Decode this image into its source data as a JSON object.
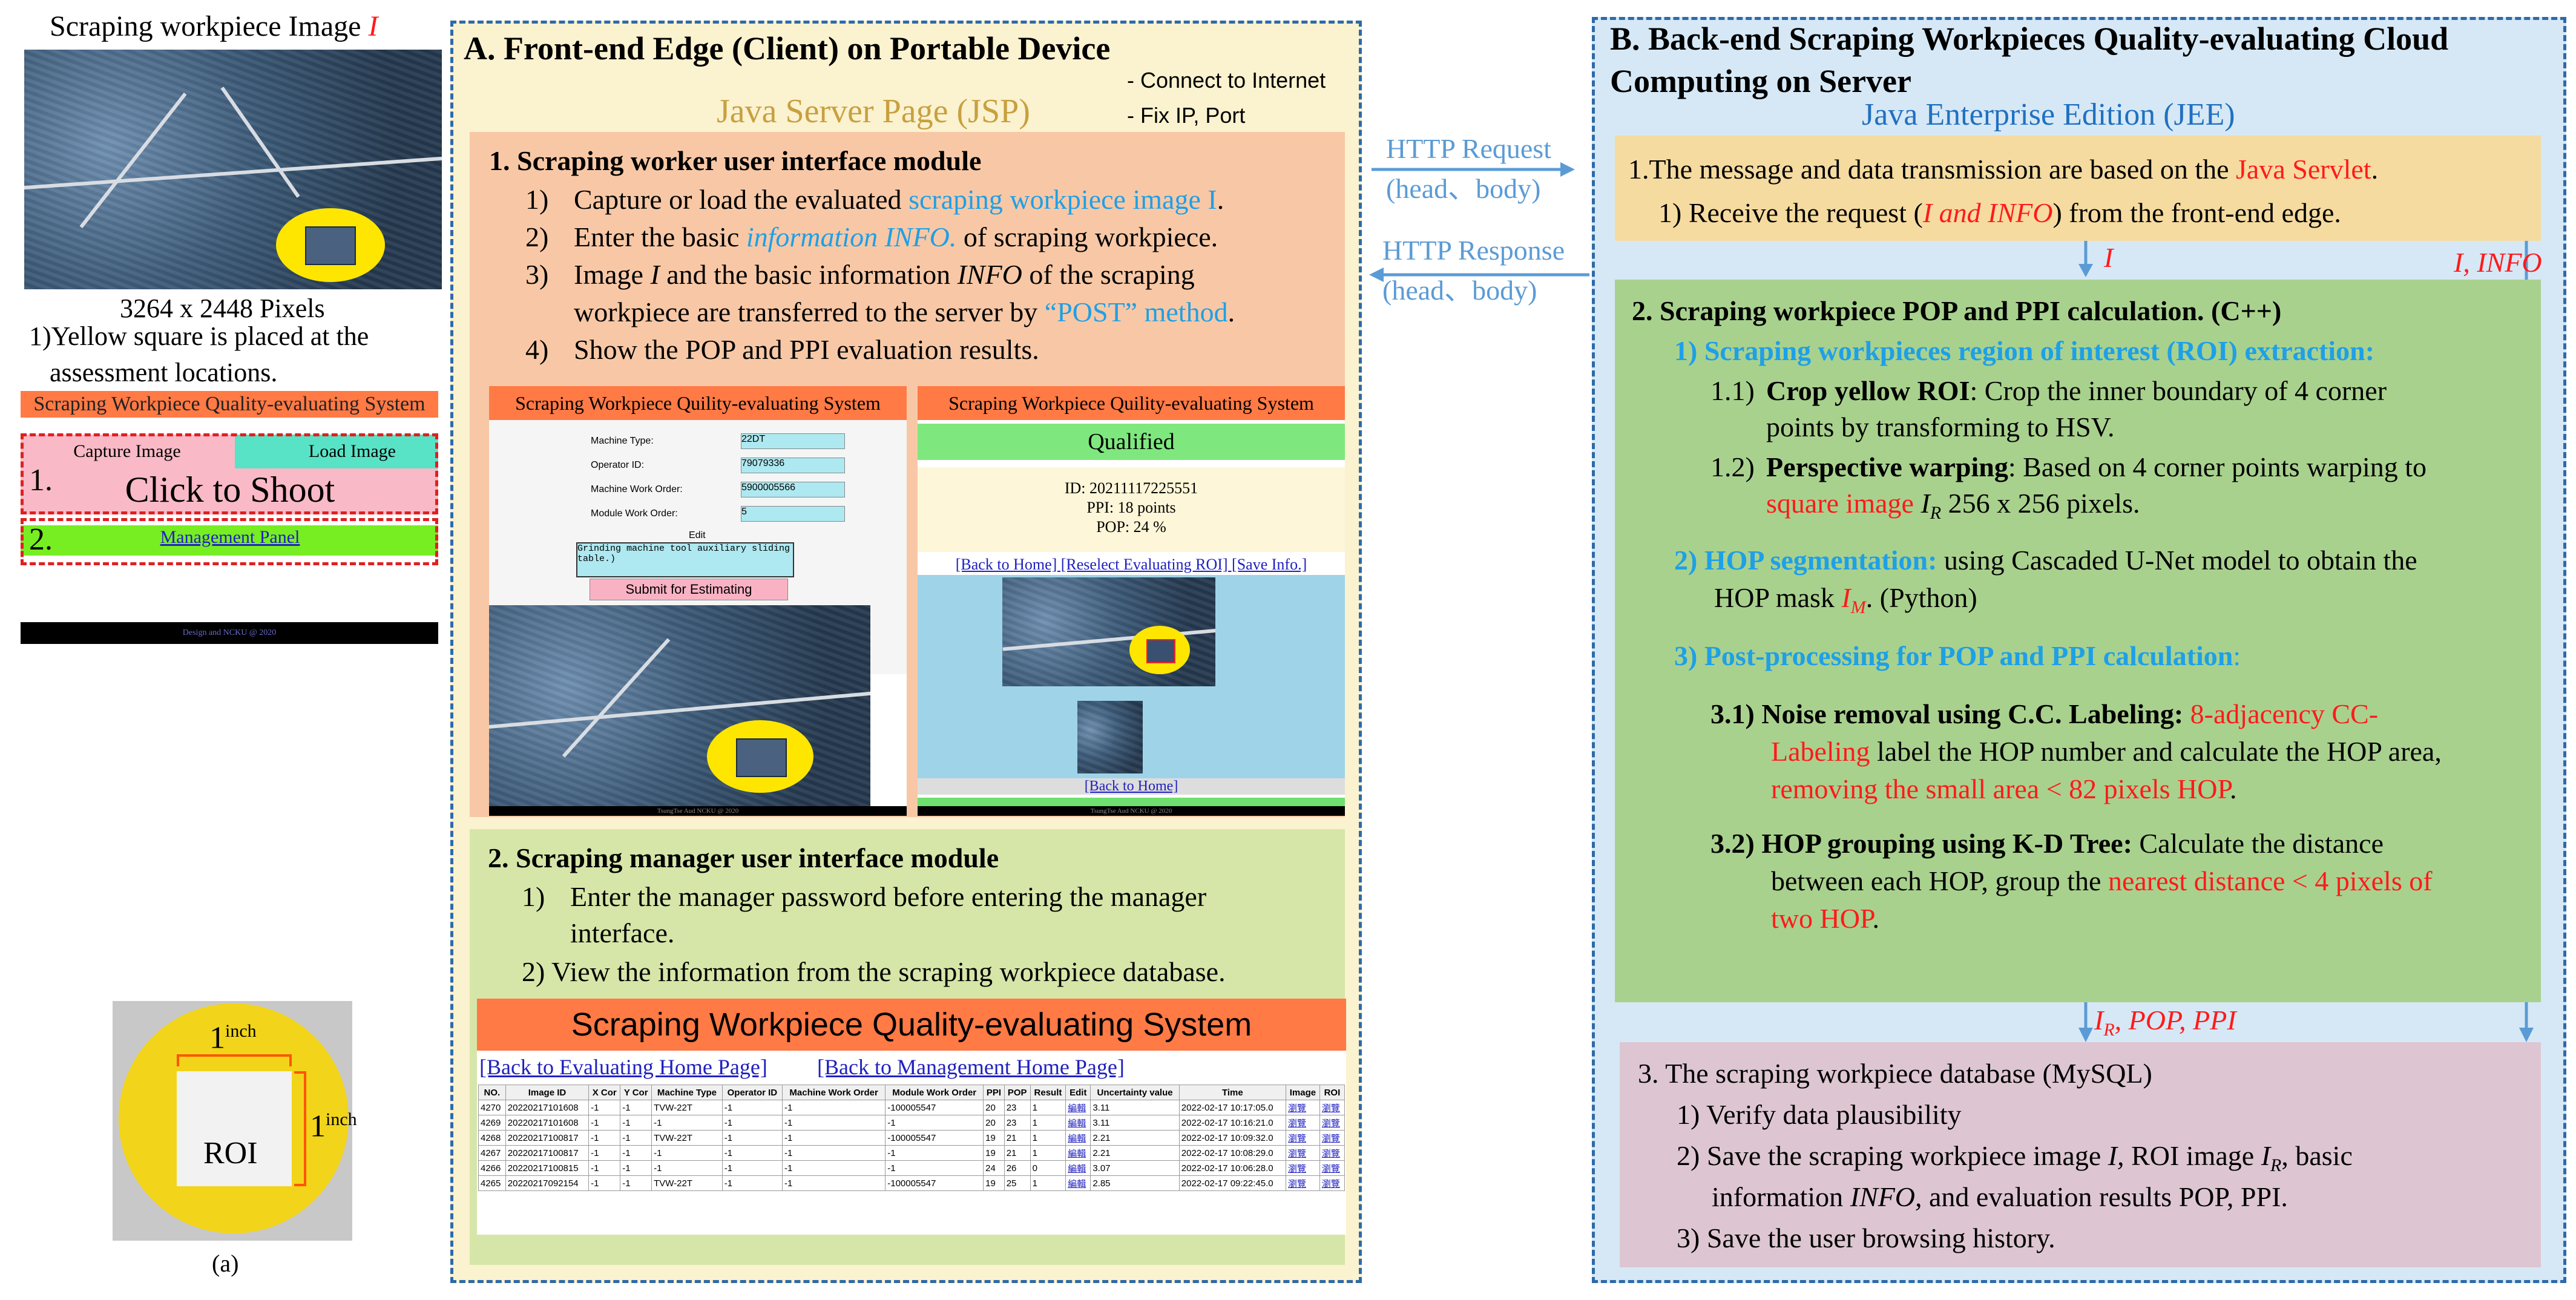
{
  "left": {
    "image_title": "Scraping workpiece Image",
    "image_var": "I",
    "pixels": "3264 x 2448 Pixels",
    "note_line1": "1)Yellow square is placed at the",
    "note_line2": "assessment locations.",
    "mock_title": "Scraping Workpiece Quality-evaluating System",
    "capture_label": "Capture Image",
    "load_label": "Load Image",
    "num1": "1.",
    "shoot_label": "Click to Shoot",
    "num2": "2.",
    "mgmt_label": "Management Panel",
    "footer_text": "Design and NCKU @ 2020",
    "roi_inch_top": "1",
    "roi_inch_top_sup": "inch",
    "roi_inch_right": "1",
    "roi_inch_right_sup": "inch",
    "roi_label": "ROI",
    "caption": "(a)"
  },
  "panelA": {
    "title": "A.  Front-end Edge (Client) on Portable Device",
    "note1": "- Connect to Internet",
    "note2": "- Fix IP, Port",
    "jsp": "Java Server Page (JSP)",
    "module1": {
      "title": "1. Scraping  worker user interface module",
      "i1_num": "1)",
      "i1_a": "Capture or load the evaluated ",
      "i1_b": "scraping workpiece image I",
      "i1_c": ".",
      "i2_num": "2)",
      "i2_a": "Enter the basic ",
      "i2_b": "information  INFO.",
      "i2_c": " of scraping workpiece.",
      "i3_num": "3)",
      "i3_a": "Image ",
      "i3_b": "I",
      "i3_c": " and the basic information ",
      "i3_d": "INFO",
      "i3_e": " of the scraping",
      "i3_line2a": "workpiece are transferred to the server by ",
      "i3_line2b": "“POST” method",
      "i3_line2c": ".",
      "i4_num": "4)",
      "i4": "Show the POP and PPI evaluation results."
    },
    "screen1": {
      "title": "Scraping Workpiece Quility-evaluating System",
      "f1_label": "Machine Type:",
      "f1_value": "22DT",
      "f2_label": "Operator ID:",
      "f2_value": "79079336",
      "f3_label": "Machine Work Order:",
      "f3_value": "5900005566",
      "f4_label": "Module Work Order:",
      "f4_value": "5",
      "edit_label": "Edit",
      "textarea": "Grinding machine tool auxiliary sliding table.)",
      "submit": "Submit for Estimating",
      "footer": "TsungTse Aud NCKU @ 2020"
    },
    "screen2": {
      "title": "Scraping Workpiece Quility-evaluating System",
      "status": "Qualified",
      "id": "ID: 20211117225551",
      "ppi": "PPI: 18 points",
      "pop": "POP: 24 %",
      "links": "[Back to Home] [Reselect Evaluating ROI] [Save Info.]",
      "back": "[Back to Home]",
      "footer": "TsungTse Aud NCKU @ 2020"
    },
    "module2": {
      "title": "2. Scraping  manager user interface module",
      "i1_num": "1)",
      "i1_line1": "Enter the manager password before entering the manager",
      "i1_line2": "interface.",
      "i2": "2) View the information  from the scraping workpiece database."
    },
    "db": {
      "title": "Scraping Workpiece Quality-evaluating System",
      "link1": "[Back to Evaluating Home Page]",
      "link2": "[Back to Management Home Page]",
      "headers": [
        "NO.",
        "Image ID",
        "X Cor",
        "Y Cor",
        "Machine Type",
        "Operator ID",
        "Machine Work Order",
        "Module Work Order",
        "PPI",
        "POP",
        "Result",
        "Edit",
        "Uncertainty value",
        "Time",
        "Image",
        "ROI"
      ],
      "rows": [
        [
          "4270",
          "20220217101608",
          "-1",
          "-1",
          "TVW-22T",
          "-1",
          "-1",
          "-100005547",
          "20",
          "23",
          "1",
          "編輯",
          "3.11",
          "2022-02-17 10:17:05.0",
          "瀏覽",
          "瀏覽"
        ],
        [
          "4269",
          "20220217101608",
          "-1",
          "-1",
          "-1",
          "-1",
          "-1",
          "-1",
          "20",
          "23",
          "1",
          "編輯",
          "3.11",
          "2022-02-17 10:16:21.0",
          "瀏覽",
          "瀏覽"
        ],
        [
          "4268",
          "20220217100817",
          "-1",
          "-1",
          "TVW-22T",
          "-1",
          "-1",
          "-100005547",
          "19",
          "21",
          "1",
          "編輯",
          "2.21",
          "2022-02-17 10:09:32.0",
          "瀏覽",
          "瀏覽"
        ],
        [
          "4267",
          "20220217100817",
          "-1",
          "-1",
          "-1",
          "-1",
          "-1",
          "-1",
          "19",
          "21",
          "1",
          "編輯",
          "2.21",
          "2022-02-17 10:08:29.0",
          "瀏覽",
          "瀏覽"
        ],
        [
          "4266",
          "20220217100815",
          "-1",
          "-1",
          "-1",
          "-1",
          "-1",
          "-1",
          "24",
          "26",
          "0",
          "編輯",
          "3.07",
          "2022-02-17 10:06:28.0",
          "瀏覽",
          "瀏覽"
        ],
        [
          "4265",
          "20220217092154",
          "-1",
          "-1",
          "TVW-22T",
          "-1",
          "-1",
          "-100005547",
          "19",
          "25",
          "1",
          "編輯",
          "2.85",
          "2022-02-17 09:22:45.0",
          "瀏覽",
          "瀏覽"
        ]
      ]
    }
  },
  "http": {
    "request": "HTTP Request",
    "request_sub": "(head、body)",
    "response": "HTTP Response",
    "response_sub": "(head、body)"
  },
  "panelB": {
    "title_line1": "B. Back-end Scraping  Workpieces Quality-evaluating  Cloud",
    "title_line2": "Computing  on Server",
    "jee": "Java Enterprise Edition (JEE)",
    "s1": {
      "line1a": "1.The message and data transmission  are based on the ",
      "line1b": "Java Servlet",
      "line1c": ".",
      "line2a": "1) Receive  the request (",
      "line2b": "I and INFO",
      "line2c": ") from the front-end edge."
    },
    "arrow1_label": "I",
    "arrow2_label": "I, INFO",
    "s2": {
      "title": "2. Scraping  workpiece POP and PPI calculation.  (C++)",
      "sub1": "1) Scraping  workpieces region of interest (ROI) extraction:",
      "s11_num": "1.1)",
      "s11_b": "Crop yellow ROI",
      "s11_rest": ": Crop the inner boundary of 4 corner",
      "s11_line2": "points by transforming to HSV.",
      "s12_num": "1.2)",
      "s12_b": "Perspective warping",
      "s12_rest": ": Based on 4 corner points warping to",
      "s12_line2a": "square image ",
      "s12_line2b": "I",
      "s12_line2b_sub": "R",
      "s12_line2c": " 256 x 256 pixels.",
      "sub2_b": "2) HOP segmentation:",
      "sub2_rest": " using Cascaded U-Net model to obtain the",
      "sub2_line2a": "HOP mask ",
      "sub2_line2b": "I",
      "sub2_line2b_sub": "M",
      "sub2_line2c": ". (Python)",
      "sub3": "3) Post-processing for POP and PPI calculation",
      "sub3_colon": ":",
      "s31_b": "3.1) Noise removal using C.C. Labeling:",
      "s31_red": " 8-adjacency CC-",
      "s31_line2a": "Labeling",
      "s31_line2b": " label the HOP number and calculate the HOP area,",
      "s31_line3": "removing  the small area < 82 pixels HOP",
      "s31_line3_end": ".",
      "s32_b": "3.2) HOP grouping using K-D Tree:",
      "s32_rest": " Calculate the distance",
      "s32_line2a": "between each HOP, group the ",
      "s32_line2b": "nearest distance < 4 pixels of",
      "s32_line3": "two HOP",
      "s32_line3_end": "."
    },
    "arrow3_label": "I",
    "arrow3_sub": "R",
    "arrow3_rest": ", POP, PPI",
    "s3": {
      "title": "3. The scraping workpiece database (MySQL)",
      "i1": "1) Verify  data plausibility",
      "i2a": "2) Save the scraping workpiece image ",
      "i2b": "I,",
      "i2c": " ROI image ",
      "i2d": "I",
      "i2d_sub": "R",
      "i2e": ", basic",
      "i2_line2a": "information ",
      "i2_line2b": "INFO,",
      "i2_line2c": " and evaluation  results  POP, PPI.",
      "i3": "3) Save the user browsing history."
    }
  },
  "colors": {
    "orange_box": "#f8c8a6",
    "green_box": "#d6e6a8",
    "db_green": "#a9d18e",
    "mauve_box": "#ddc6d2",
    "gold_box": "#f5dba0",
    "title_orange": "#ff7a45",
    "red": "#ff1a1a",
    "blue": "#1ea0e6",
    "arrow_blue": "#5b9bd5"
  }
}
